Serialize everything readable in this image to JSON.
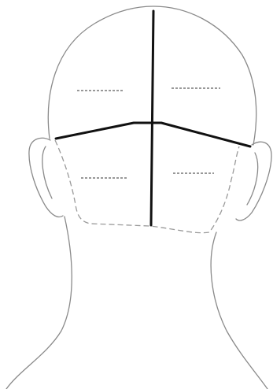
{
  "diagram": {
    "description_visible_text": "",
    "sections": [
      {
        "id": "upper-left",
        "label": ""
      },
      {
        "id": "upper-right",
        "label": ""
      },
      {
        "id": "lower-left",
        "label": ""
      },
      {
        "id": "lower-right",
        "label": ""
      }
    ],
    "colors": {
      "outline": "#8a8a8a",
      "part_line": "#111111",
      "blank_line": "#333333",
      "background": "#ffffff"
    }
  }
}
